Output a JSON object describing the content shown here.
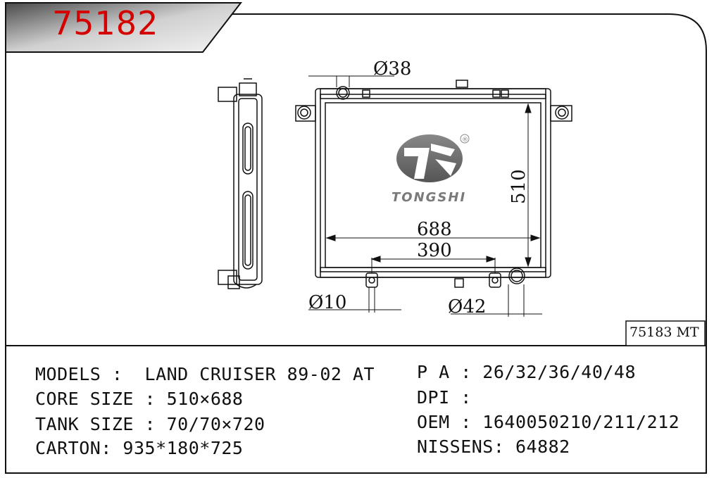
{
  "part_number": "75182",
  "alt_reference": "75183 MT",
  "brand": {
    "name": "TONGSHI",
    "registered_mark": "®"
  },
  "dimensions": {
    "inlet_diameter": "Ø38",
    "core_height": "510",
    "core_width": "688",
    "mount_spacing": "390",
    "drain_diameter": "Ø10",
    "outlet_diameter": "Ø42"
  },
  "specs": {
    "models": "MODELS :  LAND CRUISER 89-02 AT",
    "core_size": "CORE SIZE : 510×688",
    "tank_size": "TANK SIZE : 70/70×720",
    "carton": "CARTON: 935*180*725",
    "pa": "P A : 26/32/36/40/48",
    "dpi": "DPI :",
    "oem": "OEM : 1640050210/211/212",
    "nissens": "NISSENS: 64882"
  }
}
